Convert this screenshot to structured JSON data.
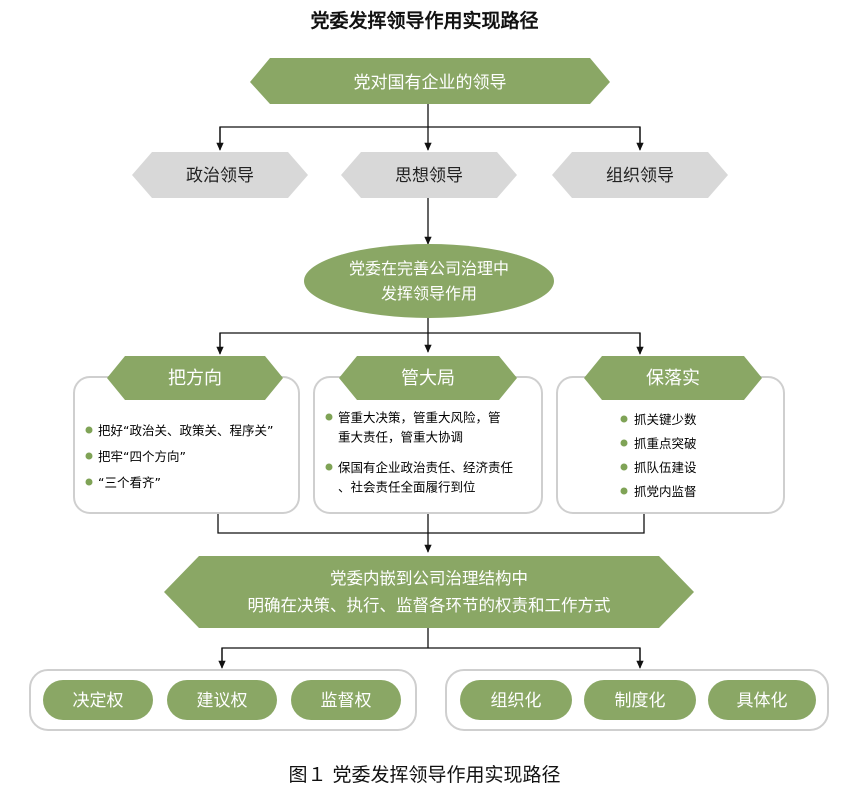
{
  "title": "党委发挥领导作用实现路径",
  "caption": "图１  党委发挥领导作用实现路径",
  "colors": {
    "green": "#8aa765",
    "gray": "#d8d8d8",
    "line": "#111111",
    "bullet": "#7fa356"
  },
  "top": "党对国有企业的领导",
  "leadership": [
    "政治领导",
    "思想领导",
    "组织领导"
  ],
  "core": [
    "党委在完善公司治理中",
    "发挥领导作用"
  ],
  "roles": [
    {
      "label": "把方向",
      "bullets": [
        "把好“政治关、政策关、程序关”",
        "把牢“四个方向”",
        "“三个看齐”"
      ]
    },
    {
      "label": "管大局",
      "bullets": [
        "管重大决策，管重大风险，管重大责任，管重大协调",
        "保国有企业政治责任、经济责任、社会责任全面履行到位"
      ]
    },
    {
      "label": "保落实",
      "bullets": [
        "抓关键少数",
        "抓重点突破",
        "抓队伍建设",
        "抓党内监督"
      ]
    }
  ],
  "embed": [
    "党委内嵌到公司治理结构中",
    "明确在决策、执行、监督各环节的权责和工作方式"
  ],
  "powers": [
    "决定权",
    "建议权",
    "监督权"
  ],
  "methods": [
    "组织化",
    "制度化",
    "具体化"
  ]
}
